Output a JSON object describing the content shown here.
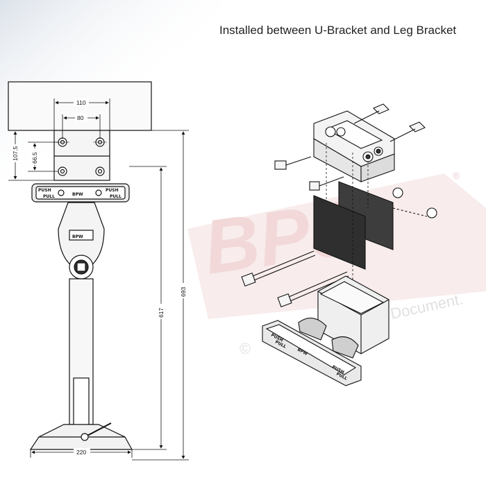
{
  "caption": "Installed between U-Bracket and Leg Bracket",
  "dimensions": {
    "d110": "110",
    "d80": "80",
    "d107_5": "107.5",
    "d66_5": "66.5",
    "d693": "693",
    "d617": "617",
    "d220": "220"
  },
  "part_labels": {
    "push": "PUSH",
    "pull": "PULL",
    "brand": "BPW"
  },
  "watermark": {
    "logo": "BPS",
    "registered": "®",
    "copyright": "©",
    "text": "Unofficial Document."
  },
  "colors": {
    "line": "#111111",
    "part_fill": "#f2f2f2",
    "plate_fill": "#3a3a3a",
    "watermark": "#e7c9c9",
    "gradient_top": "#dde3ea"
  }
}
